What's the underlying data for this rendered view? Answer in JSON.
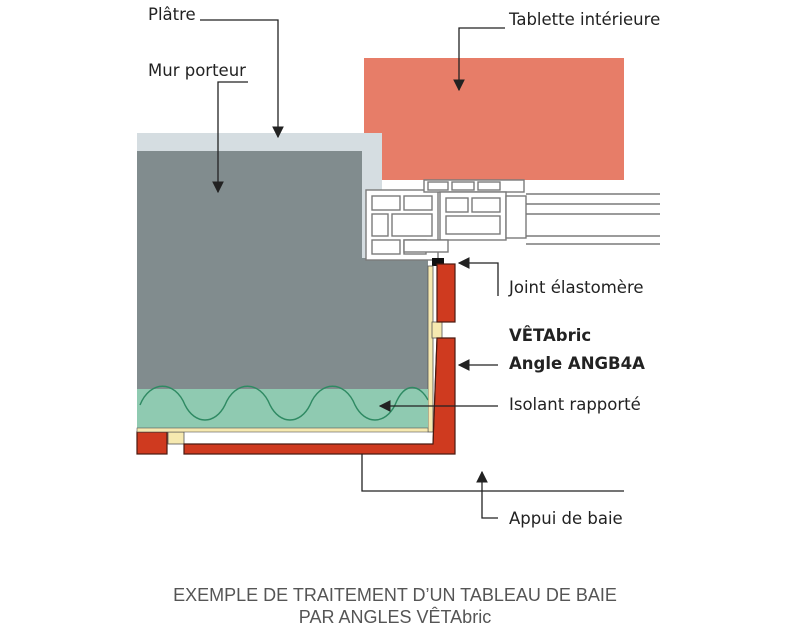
{
  "labels": {
    "platre": "Plâtre",
    "mur_porteur": "Mur porteur",
    "tablette": "Tablette intérieure",
    "joint": "Joint élastomère",
    "vetabric": "VÊTAbric",
    "angle": "Angle ANGB4A",
    "isolant": "Isolant rapporté",
    "appui": "Appui de baie"
  },
  "caption": {
    "line1": "EXEMPLE DE TRAITEMENT D’UN TABLEAU DE BAIE",
    "line2": "PAR ANGLES VÊTAbric"
  },
  "colors": {
    "wall": "#818c8e",
    "plaster": "#d5dde1",
    "sill_board": "#e77d68",
    "angle_profile": "#cf3a1f",
    "insulation": "#8fcab1",
    "joint_fill": "#f6e9b0"
  }
}
